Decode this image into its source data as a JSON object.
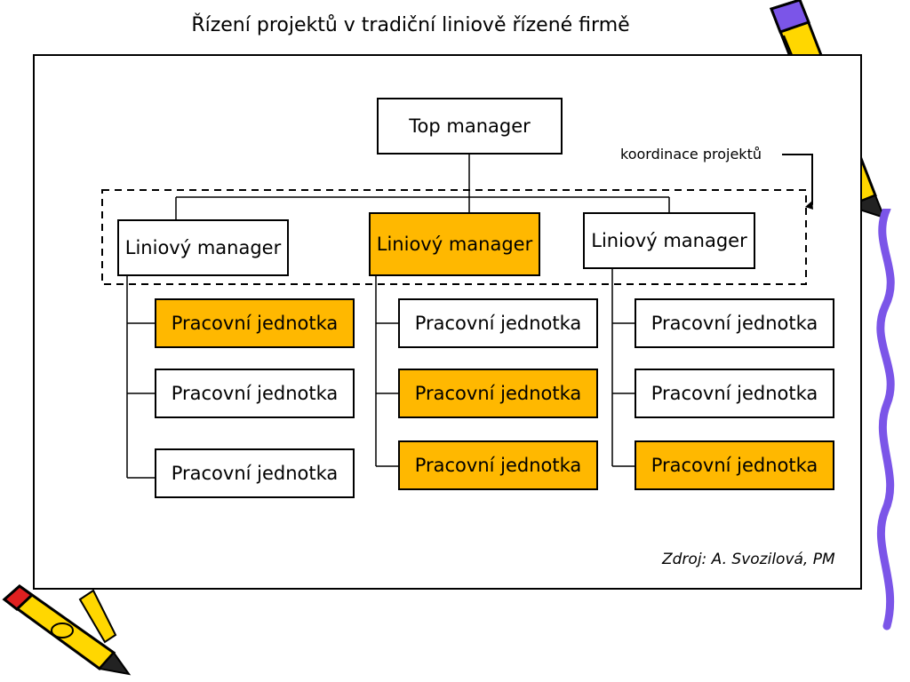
{
  "title": "Řízení projektů v tradiční liniově řízené firmě",
  "top_manager": "Top manager",
  "coordination_label": "koordinace projektů",
  "line_managers": [
    {
      "label": "Liniový manager",
      "highlighted": false
    },
    {
      "label": "Liniový manager",
      "highlighted": true
    },
    {
      "label": "Liniový manager",
      "highlighted": false
    }
  ],
  "columns": [
    {
      "units": [
        {
          "label": "Pracovní jednotka",
          "highlighted": true
        },
        {
          "label": "Pracovní jednotka",
          "highlighted": false
        },
        {
          "label": "Pracovní jednotka",
          "highlighted": false
        }
      ]
    },
    {
      "units": [
        {
          "label": "Pracovní jednotka",
          "highlighted": false
        },
        {
          "label": "Pracovní jednotka",
          "highlighted": true
        },
        {
          "label": "Pracovní jednotka",
          "highlighted": true
        }
      ]
    },
    {
      "units": [
        {
          "label": "Pracovní jednotka",
          "highlighted": false
        },
        {
          "label": "Pracovní jednotka",
          "highlighted": false
        },
        {
          "label": "Pracovní jednotka",
          "highlighted": true
        }
      ]
    }
  ],
  "source": "Zdroj: A. Svozilová, PM",
  "colors": {
    "highlight": "#ffb800",
    "pencil_yellow": "#ffd700",
    "pencil_purple": "#7b55e8",
    "pencil_red": "#e02020"
  },
  "icons": [
    "pencil-top-right-icon",
    "pencil-bottom-left-icon",
    "purple-squiggle-icon"
  ]
}
